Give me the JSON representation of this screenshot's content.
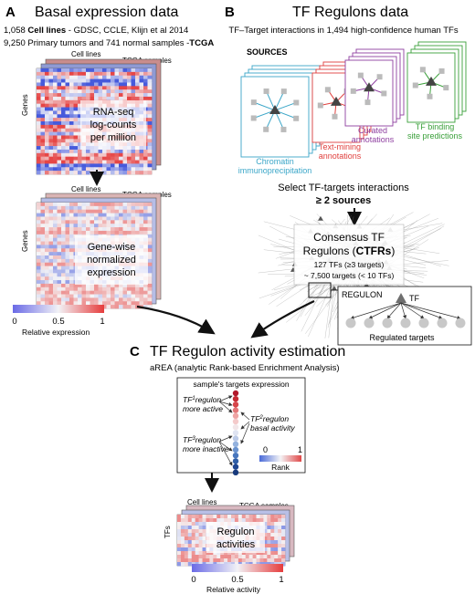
{
  "panel_a": {
    "letter": "A",
    "title": "Basal expression data",
    "line1_prefix": "1,058 ",
    "line1_bold": "Cell lines",
    "line1_suffix": " - GDSC, CCLE, Klijn et al 2014",
    "line2_prefix": "9,250 Primary tumors and 741 normal samples -",
    "line2_bold": "TCGA",
    "heatmap1": {
      "label_cell_lines": "Cell lines",
      "label_tcga": "TCGA samples",
      "label_genes": "Genes",
      "overlay_lines": [
        "RNA-seq",
        "log-counts",
        "per million"
      ]
    },
    "heatmap2": {
      "label_cell_lines": "Cell lines",
      "label_tcga": "TCGA samples",
      "label_genes": "Genes",
      "overlay_lines": [
        "Gene-wise",
        "normalized",
        "expression"
      ]
    },
    "scale": {
      "ticks": [
        "0",
        "0.5",
        "1"
      ],
      "label": "Relative expression"
    }
  },
  "panel_b": {
    "letter": "B",
    "title": "TF Regulons data",
    "subtitle": "TF–Target interactions in 1,494 high-confidence human TFs",
    "sources_label": "SOURCES",
    "sources": [
      {
        "lines": [
          "Chromatin",
          "immunoprecipitation"
        ],
        "color": "#3aa6c8"
      },
      {
        "lines": [
          "Text-mining",
          "annotations"
        ],
        "color": "#e0403e"
      },
      {
        "lines": [
          "Curated",
          "annotations"
        ],
        "color": "#8e3fa0"
      },
      {
        "lines": [
          "TF binding",
          "site predictions"
        ],
        "color": "#3aa03a"
      }
    ],
    "select_line1": "Select TF-targets interactions",
    "select_line2": "≥ 2 sources",
    "consensus_line1": "Consensus TF",
    "consensus_line2_prefix": "Regulons (",
    "consensus_line2_bold": "CTFRs",
    "consensus_line2_suffix": ")",
    "consensus_line3": "127 TFs (≥3 targets)",
    "consensus_line4": "~ 7,500 targets (< 10 TFs)",
    "regulon": {
      "title": "REGULON",
      "tf": "TF",
      "targets": "Regulated targets"
    }
  },
  "panel_c": {
    "letter": "C",
    "title": "TF Regulon activity estimation",
    "subtitle": "aREA  (analytic Rank-based Enrichment Analysis)",
    "box_title": "sample's targets expression",
    "notes": [
      {
        "sup": "1",
        "line1": "regulon",
        "line2": "more active"
      },
      {
        "sup": "2",
        "line1": "regulon",
        "line2": "basal activity"
      },
      {
        "sup": "3",
        "line1": "regulon",
        "line2": "more inactive"
      }
    ],
    "note_prefix": "TF",
    "rank_ticks": [
      "0",
      "1"
    ],
    "rank_label": "Rank",
    "heatmap3": {
      "label_cell_lines": "Cell lines",
      "label_tcga": "TCGA samples",
      "label_tfs": "TFs",
      "overlay_lines": [
        "Regulon",
        "activities"
      ]
    },
    "scale": {
      "ticks": [
        "0",
        "0.5",
        "1"
      ],
      "label": "Relative activity"
    }
  }
}
